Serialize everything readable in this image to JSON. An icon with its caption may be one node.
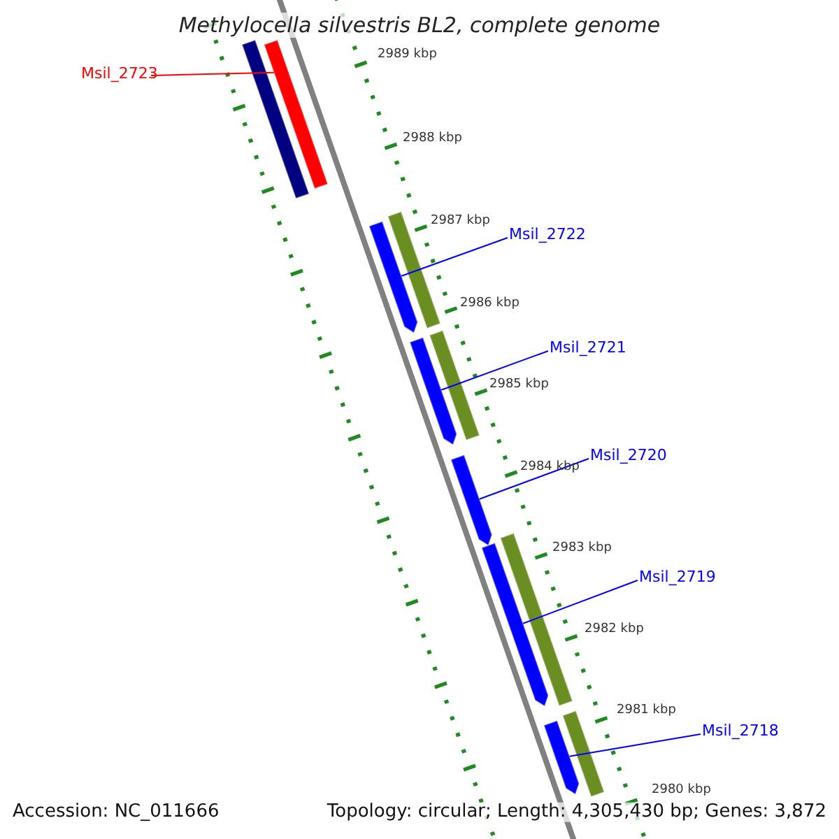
{
  "diagram": {
    "title": "Methylocella silvestris BL2, complete genome",
    "nodes": [
      {
        "text": [
          "Msil_2723"
        ]
      },
      {
        "text": [
          "Msil_2722"
        ]
      },
      {
        "text": [
          "Msil_2721"
        ]
      },
      {
        "text": [
          "Msil_2720"
        ]
      },
      {
        "text": [
          "Msil_2719"
        ]
      },
      {
        "text": [
          "Msil_2718"
        ]
      },
      {
        "text": [],
        "shape": "bar"
      },
      {
        "text": [],
        "shape": "bar"
      },
      {
        "text": [],
        "shape": "bar"
      },
      {
        "text": [],
        "shape": "pentagon"
      },
      {
        "text": [],
        "shape": "bar"
      },
      {
        "text": [],
        "shape": "pentagon"
      },
      {
        "text": [],
        "shape": "pentagon"
      },
      {
        "text": [],
        "shape": "bar"
      },
      {
        "text": [],
        "shape": "pentagon"
      },
      {
        "text": [],
        "shape": "bar"
      },
      {
        "text": [],
        "shape": "pentagon"
      }
    ],
    "edges": [
      {
        "from": 0,
        "to": 7,
        "arrow": "none",
        "color": "#ff0000"
      },
      {
        "from": 1,
        "to": 9,
        "arrow": "none"
      },
      {
        "from": 2,
        "to": 11,
        "arrow": "none"
      },
      {
        "from": 3,
        "to": 12,
        "arrow": "none"
      },
      {
        "from": 4,
        "to": 14,
        "arrow": "none"
      },
      {
        "from": 5,
        "to": 16,
        "arrow": "none"
      }
    ],
    "labels": [
      "2989 kbp",
      "2988 kbp",
      "2987 kbp",
      "2986 kbp",
      "2985 kbp",
      "2984 kbp",
      "2983 kbp",
      "2982 kbp",
      "2981 kbp",
      "2980 kbp",
      "Accession: NC_011666",
      "Topology: circular; Length: 4,305,430 bp; Genes: 3,872"
    ]
  }
}
